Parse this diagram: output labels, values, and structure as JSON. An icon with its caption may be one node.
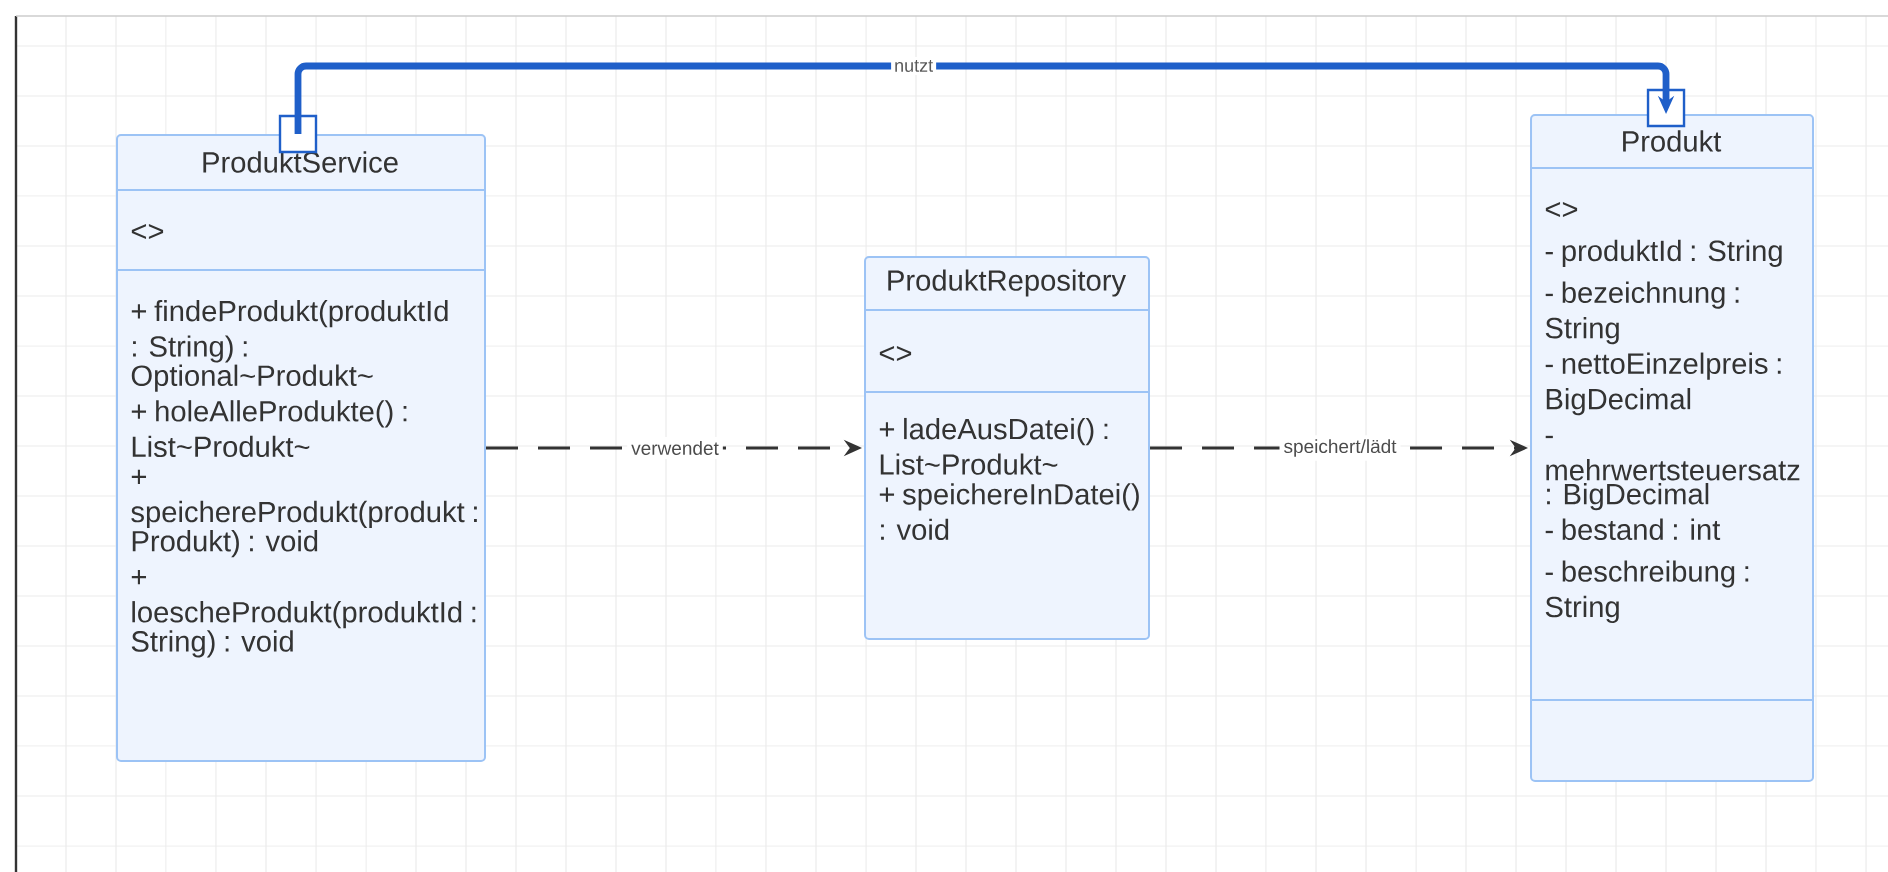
{
  "diagram": {
    "nodes": [
      {
        "text": [
          "ProduktService",
          "<>",
          "+ findeProdukt(produktId : String) : Optional~Produkt~",
          "+ holeAlleProdukte() : List~Produkt~",
          "+ speichereProdukt(produkt : Produkt) : void",
          "+ loescheProdukt(produktId : String) : void"
        ]
      },
      {
        "text": [
          "ProduktRepository",
          "<>",
          "+ ladeAusDatei() : List~Produkt~",
          "+ speichereInDatei() : void"
        ]
      },
      {
        "text": [
          "Produkt",
          "<>",
          "- produktId : String",
          "- bezeichnung : String",
          "- nettoEinzelpreis : BigDecimal",
          "- mehrwertsteuersatz : BigDecimal",
          "- bestand : int",
          "- beschreibung : String"
        ]
      }
    ],
    "edges": [
      {
        "from": 0,
        "to": 1,
        "arrow": "to",
        "label": "verwendet",
        "style": "dashed"
      },
      {
        "from": 1,
        "to": 2,
        "arrow": "to",
        "label": "speichert/lädt",
        "style": "dashed"
      },
      {
        "from": 0,
        "to": 2,
        "arrow": "to",
        "label": "nutzt",
        "style": "thick",
        "color": "#1f5fc9"
      }
    ]
  }
}
